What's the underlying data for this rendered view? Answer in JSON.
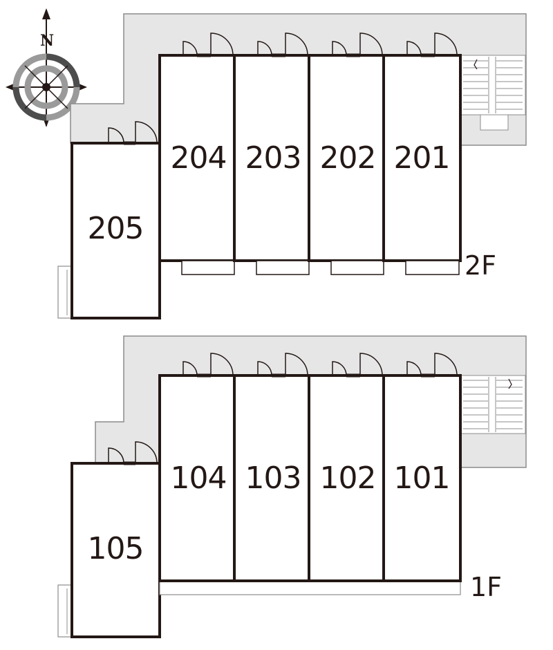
{
  "compass": {
    "north_label": "N"
  },
  "floors": [
    {
      "floor_label": "2F",
      "rooms": [
        "205",
        "204",
        "203",
        "202",
        "201"
      ]
    },
    {
      "floor_label": "1F",
      "rooms": [
        "105",
        "104",
        "103",
        "102",
        "101"
      ]
    }
  ],
  "colors": {
    "wall": "#231815",
    "corridor": "#e6e6e6",
    "outline": "#8c8c8c"
  }
}
